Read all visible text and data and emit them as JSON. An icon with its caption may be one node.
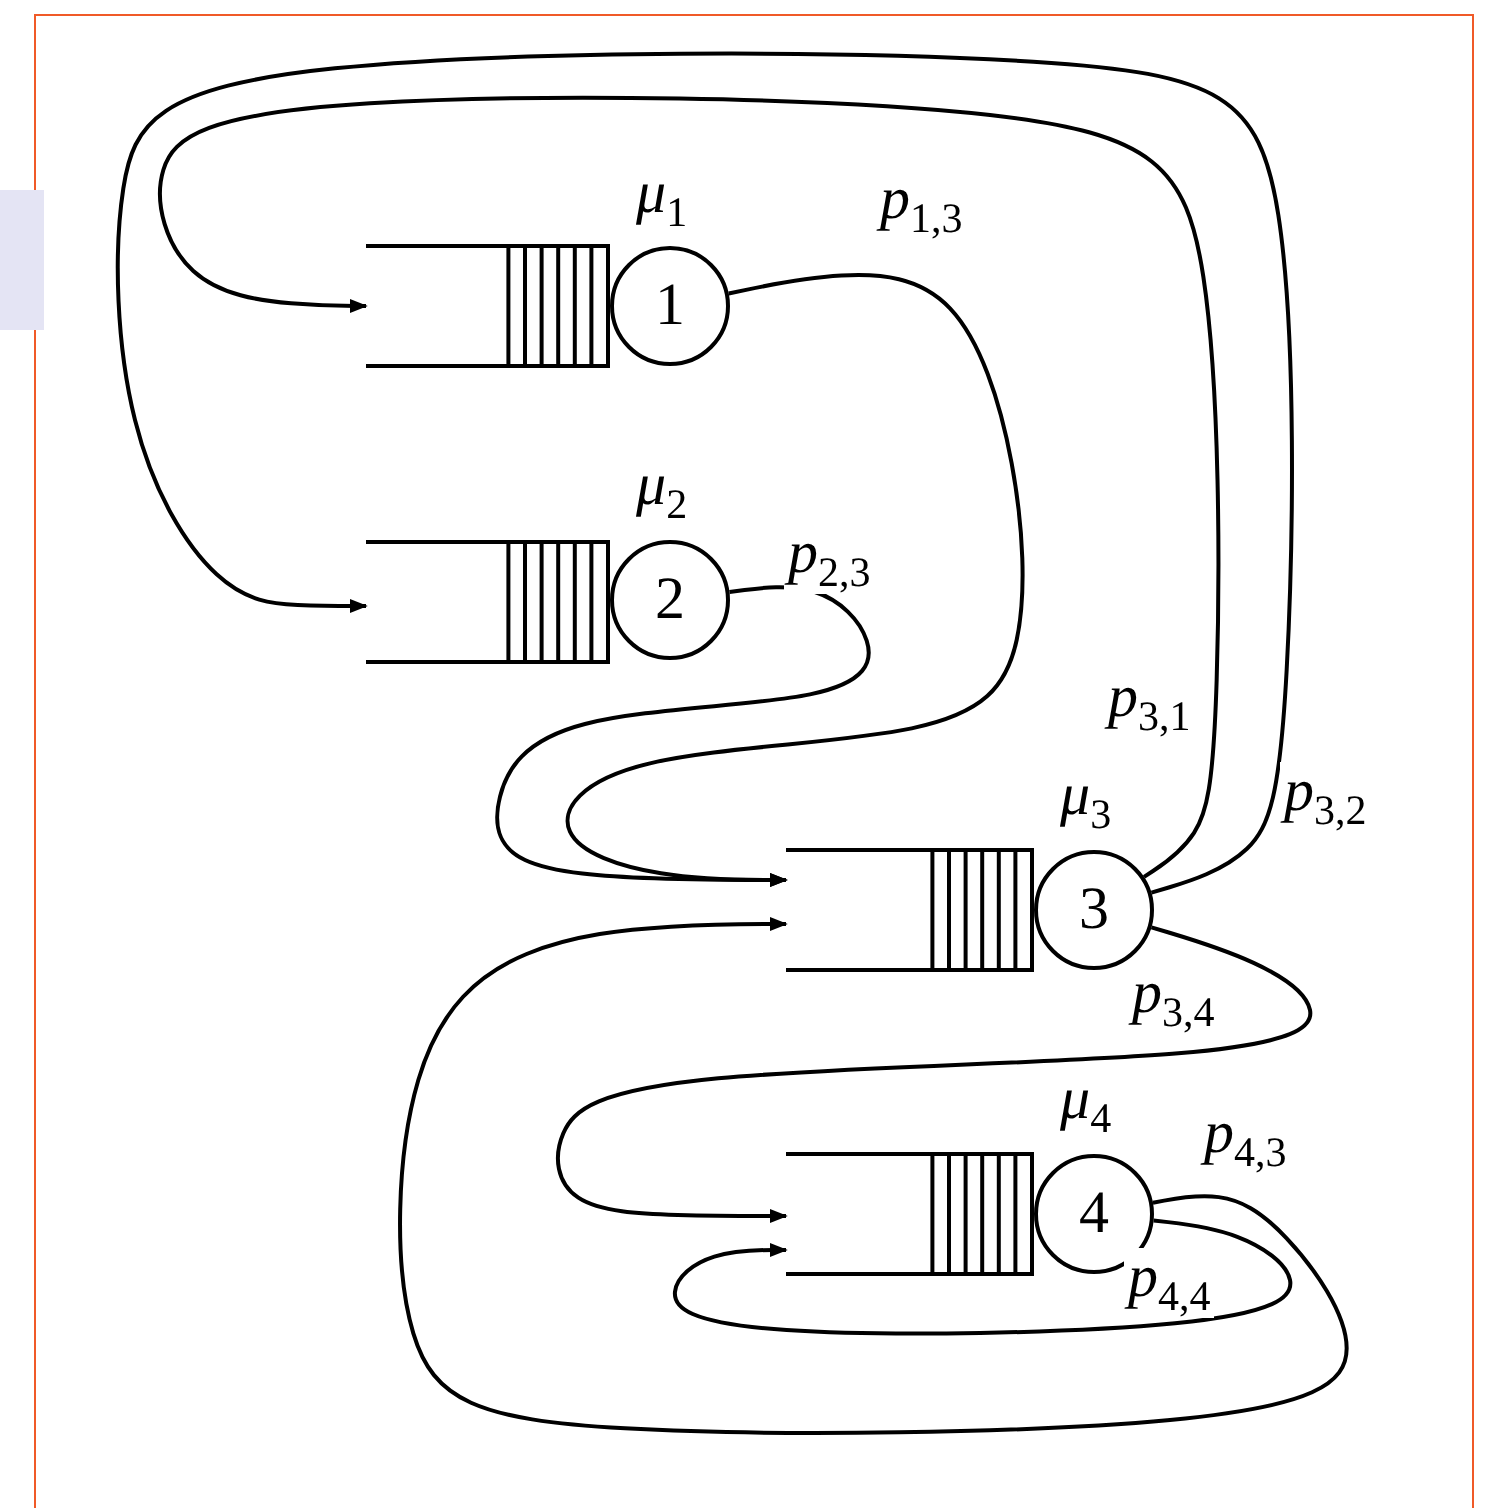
{
  "diagram": {
    "nodes": [
      {
        "text": [],
        "shape": "queue"
      },
      {
        "text": [
          "1"
        ],
        "beside": [
          "*μ*$_{1}$"
        ]
      },
      {
        "text": [],
        "shape": "queue"
      },
      {
        "text": [
          "2"
        ],
        "beside": [
          "*μ*$_{2}$"
        ]
      },
      {
        "text": [],
        "shape": "queue"
      },
      {
        "text": [
          "3"
        ],
        "beside": [
          "*μ*$_{3}$"
        ]
      },
      {
        "text": [],
        "shape": "queue"
      },
      {
        "text": [
          "4"
        ],
        "beside": [
          "*μ*$_{4}$"
        ]
      }
    ],
    "edges": [
      {
        "from": 1,
        "to": 4,
        "arrow": "to",
        "label": "*p*$_{1,3}$"
      },
      {
        "from": 3,
        "to": 4,
        "arrow": "to",
        "label": "*p*$_{2,3}$"
      },
      {
        "from": 5,
        "to": 0,
        "arrow": "to",
        "label": "*p*$_{3,1}$"
      },
      {
        "from": 5,
        "to": 2,
        "arrow": "to",
        "label": "*p*$_{3,2}$"
      },
      {
        "from": 5,
        "to": 6,
        "arrow": "to",
        "label": "*p*$_{3,4}$"
      },
      {
        "from": 7,
        "to": 4,
        "arrow": "to",
        "label": "*p*$_{4,3}$"
      },
      {
        "from": 7,
        "to": 6,
        "arrow": "to",
        "label": "*p*$_{4,4}$"
      }
    ]
  }
}
